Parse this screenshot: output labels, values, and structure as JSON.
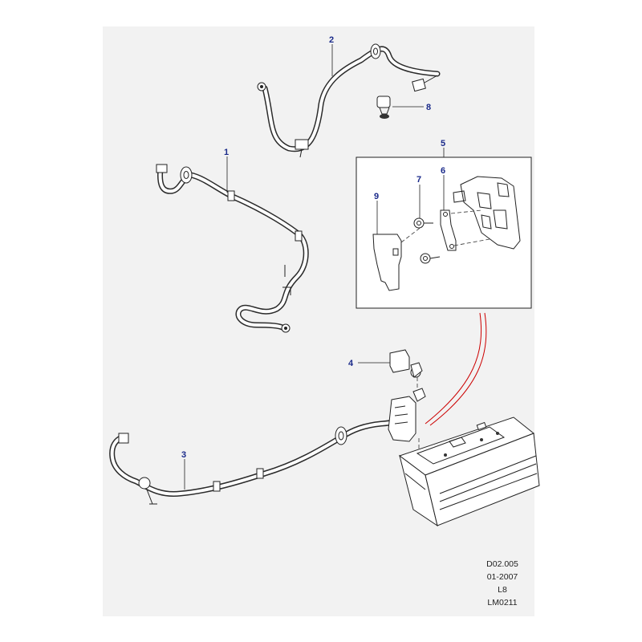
{
  "callouts": {
    "c1": "1",
    "c2": "2",
    "c3": "3",
    "c4": "4",
    "c5": "5",
    "c6": "6",
    "c7": "7",
    "c8": "8",
    "c9": "9"
  },
  "meta": {
    "line1": "D02.005",
    "line2": "01-2007",
    "line3": "L8",
    "line4": "LM0211"
  },
  "colors": {
    "callout_text": "#1a2a8a",
    "highlight_line": "#cc0000",
    "line_art": "#2b2b2b",
    "panel_background": "#f2f2f2"
  }
}
